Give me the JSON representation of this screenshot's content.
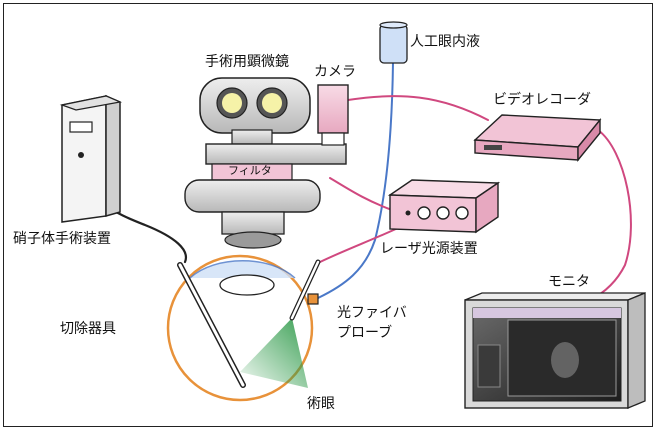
{
  "labels": {
    "microscope": "手術用顕微鏡",
    "camera": "カメラ",
    "infusion": "人工眼内液",
    "video_recorder": "ビデオレコーダ",
    "filter": "フィルタ",
    "vitrectomy_device": "硝子体手術装置",
    "laser_source": "レーザ光源装置",
    "cutter": "切除器具",
    "fiber_probe_line1": "光ファイバ",
    "fiber_probe_line2": "プローブ",
    "eye": "術眼",
    "monitor": "モニタ"
  },
  "colors": {
    "pink_cable": "#d0487f",
    "blue_tube": "#4a78c8",
    "black_cable": "#222222",
    "eye_orange": "#e8923a",
    "light_green": "#2f9a4a",
    "device_pink": "#f2c4d6"
  }
}
